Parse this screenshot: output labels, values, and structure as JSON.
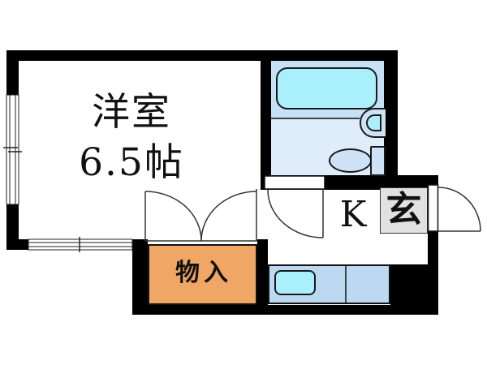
{
  "floorplan": {
    "rooms": {
      "western_room": {
        "name": "洋室",
        "size": "6.5帖"
      },
      "kitchen": {
        "label": "K"
      },
      "entrance": {
        "label": "玄"
      },
      "closet": {
        "label": "物入"
      }
    },
    "fixtures": [
      "bathtub",
      "washbasin",
      "toilet",
      "kitchen-sink",
      "kitchen-counter",
      "entrance-mat"
    ],
    "doors": [
      "closet-double-door",
      "bathroom-swing-door",
      "entrance-swing-door"
    ],
    "windows": [
      "left-wall-window",
      "bottom-wall-window"
    ],
    "colors": {
      "wall": "#000000",
      "background": "#ffffff",
      "bath_floor_upper": "#c6e0f5",
      "bath_floor_lower": "#dfecfa",
      "fixture_blue": "#cfe3f7",
      "water_cyan": "#aaf0fc",
      "counter_blue": "#bdd9f2",
      "closet_orange": "#f0a765",
      "entrance_gray": "#e1e1e1",
      "line": "#333333"
    }
  }
}
